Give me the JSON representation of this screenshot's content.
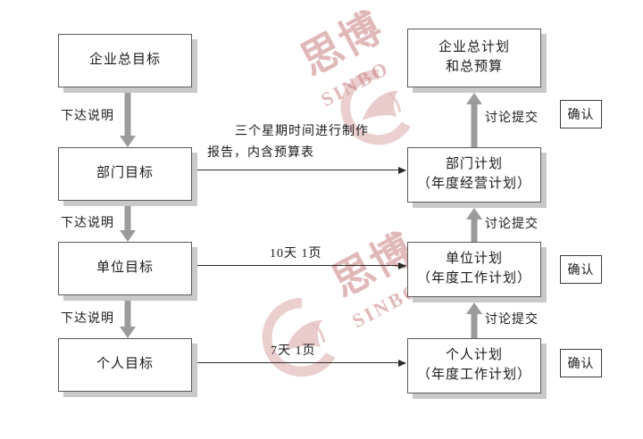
{
  "diagram": {
    "title": "企业目标与计划流程图",
    "watermark": {
      "cn": "思博",
      "en": "SINBO",
      "color": "#c97f7f"
    },
    "colors": {
      "box_border": "#595959",
      "box_shadow": "#c9c9c9",
      "gray_arrow": "#9b9b9b",
      "thin_arrow": "#2b2b2b",
      "text": "#1a1a1a"
    },
    "left_column": [
      {
        "id": "enterprise-goal",
        "label": "企业总目标"
      },
      {
        "id": "department-goal",
        "label": "部门目标"
      },
      {
        "id": "unit-goal",
        "label": "单位目标"
      },
      {
        "id": "personal-goal",
        "label": "个人目标"
      }
    ],
    "right_column": [
      {
        "id": "enterprise-plan",
        "line1": "企业总计划",
        "line2": "和总预算"
      },
      {
        "id": "department-plan",
        "line1": "部门计划",
        "line2": "（年度经营计划）"
      },
      {
        "id": "unit-plan",
        "line1": "单位计划",
        "line2": "（年度工作计划）"
      },
      {
        "id": "personal-plan",
        "line1": "个人计划",
        "line2": "（年度工作计划）"
      }
    ],
    "down_labels": [
      {
        "id": "down-1",
        "text": "下达说明"
      },
      {
        "id": "down-2",
        "text": "下达说明"
      },
      {
        "id": "down-3",
        "text": "下达说明"
      }
    ],
    "up_labels": [
      {
        "id": "up-1",
        "text": "讨论提交"
      },
      {
        "id": "up-2",
        "text": "讨论提交"
      },
      {
        "id": "up-3",
        "text": "讨论提交"
      }
    ],
    "cross_labels": [
      {
        "id": "cross-1-line1",
        "text": "三个星期时间进行制作"
      },
      {
        "id": "cross-1-line2",
        "text": "报告，内含预算表"
      },
      {
        "id": "cross-2",
        "text": "10天    1页"
      },
      {
        "id": "cross-3",
        "text": "7天     1页"
      }
    ],
    "confirm_boxes": [
      {
        "id": "confirm-1",
        "label": "确认"
      },
      {
        "id": "confirm-2",
        "label": "确认"
      },
      {
        "id": "confirm-3",
        "label": "确认"
      }
    ]
  }
}
